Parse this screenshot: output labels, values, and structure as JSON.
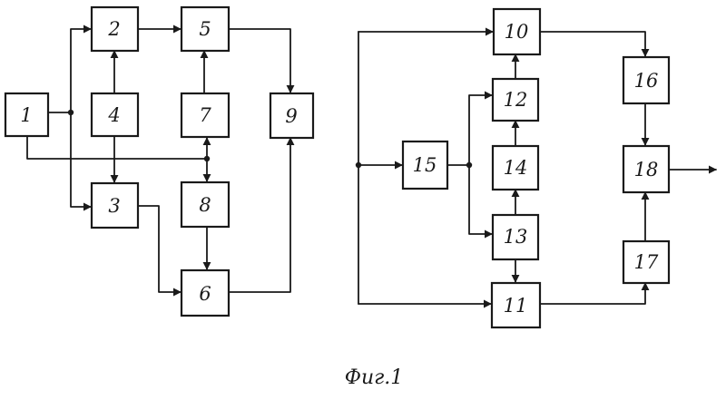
{
  "diagram": {
    "blocks": [
      {
        "id": "1",
        "label": "1"
      },
      {
        "id": "2",
        "label": "2"
      },
      {
        "id": "3",
        "label": "3"
      },
      {
        "id": "4",
        "label": "4"
      },
      {
        "id": "5",
        "label": "5"
      },
      {
        "id": "6",
        "label": "6"
      },
      {
        "id": "7",
        "label": "7"
      },
      {
        "id": "8",
        "label": "8"
      },
      {
        "id": "9",
        "label": "9"
      },
      {
        "id": "10",
        "label": "10"
      },
      {
        "id": "11",
        "label": "11"
      },
      {
        "id": "12",
        "label": "12"
      },
      {
        "id": "13",
        "label": "13"
      },
      {
        "id": "14",
        "label": "14"
      },
      {
        "id": "15",
        "label": "15"
      },
      {
        "id": "16",
        "label": "16"
      },
      {
        "id": "17",
        "label": "17"
      },
      {
        "id": "18",
        "label": "18"
      }
    ],
    "caption": "Фиг.1"
  }
}
